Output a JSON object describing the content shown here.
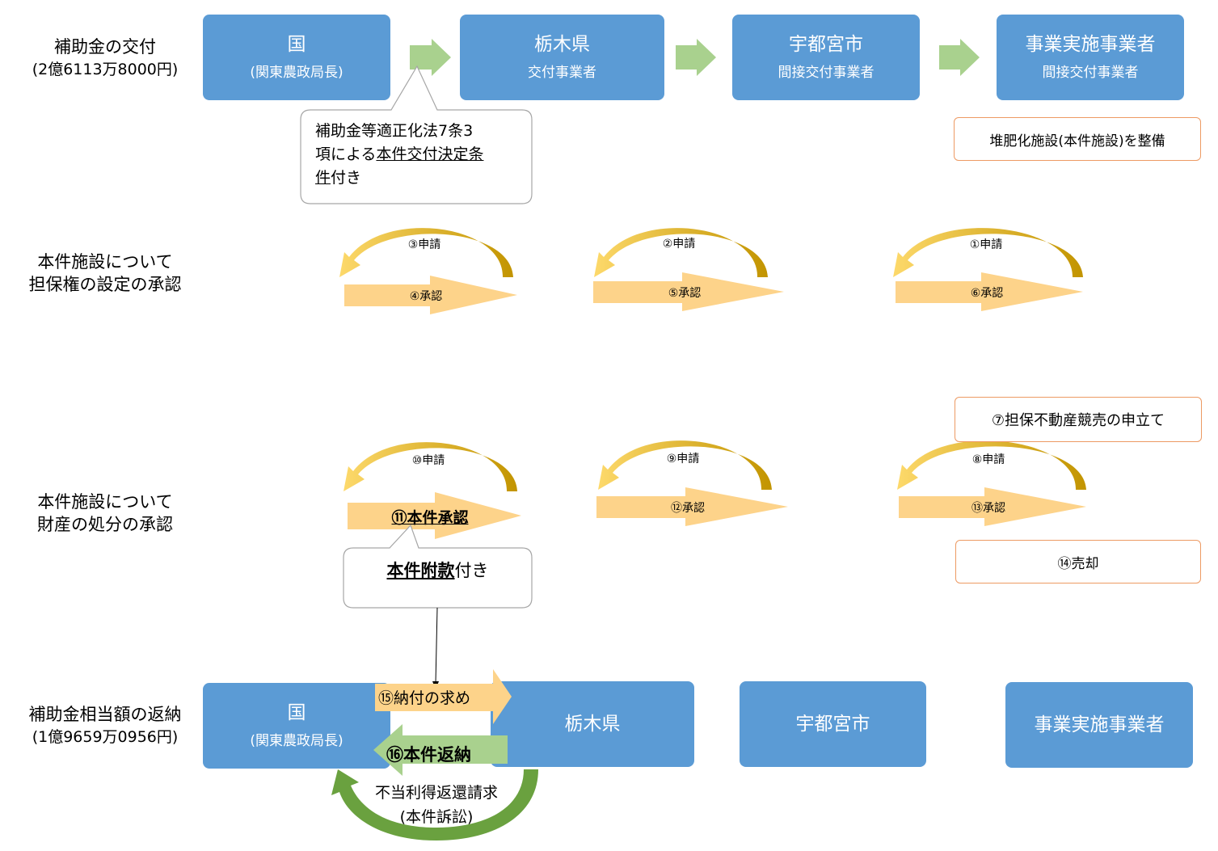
{
  "colors": {
    "box_blue": "#5b9bd5",
    "arrow_orange": "#fdd38a",
    "arc_gold": "#c9a000",
    "green_arrow": "#a9d18e",
    "big_green": "#70ad47",
    "box_orange_border": "#ed9a63"
  },
  "rows": {
    "subsidy": {
      "line1": "補助金の交付",
      "line2": "(2億6113万8000円)"
    },
    "collateral": {
      "line1": "本件施設について",
      "line2": "担保権の設定の承認"
    },
    "disposal": {
      "line1": "本件施設について",
      "line2": "財産の処分の承認"
    },
    "refund": {
      "line1": "補助金相当額の返納",
      "line2": "(1億9659万0956円)"
    }
  },
  "top_boxes": [
    {
      "title": "国",
      "sub": "(関東農政局長)"
    },
    {
      "title": "栃木県",
      "sub": "交付事業者"
    },
    {
      "title": "宇都宮市",
      "sub": "間接交付事業者"
    },
    {
      "title": "事業実施事業者",
      "sub": "間接交付事業者"
    }
  ],
  "callout1": {
    "line1": "補助金等適正化法7条3",
    "line2_pre": "項による",
    "line2_u": "本件交付決定条",
    "line3_u": "件",
    "line3_post": "付き"
  },
  "facility_note": "堆肥化施設(本件施設)を整備",
  "collateral_arrows": {
    "apply": [
      "③申請",
      "②申請",
      "①申請"
    ],
    "approve": [
      "④承認",
      "⑤承認",
      "⑥承認"
    ]
  },
  "auction_note": "⑦担保不動産競売の申立て",
  "disposal_arrows": {
    "apply": [
      "⑩申請",
      "⑨申請",
      "⑧申請"
    ],
    "approve": [
      "⑪本件承認",
      "⑫承認",
      "⑬承認"
    ]
  },
  "sale_note": "⑭売却",
  "callout2": {
    "bold_u": "本件附款",
    "post": "付き"
  },
  "bottom_boxes": [
    {
      "title": "国",
      "sub": "(関東農政局長)"
    },
    {
      "title": "栃木県"
    },
    {
      "title": "宇都宮市"
    },
    {
      "title": "事業実施事業者"
    }
  ],
  "payment_request": "⑮納付の求め",
  "refund_arrow": "⑯本件返納",
  "lawsuit": {
    "line1": "不当利得返還請求",
    "line2": "(本件訴訟)"
  }
}
